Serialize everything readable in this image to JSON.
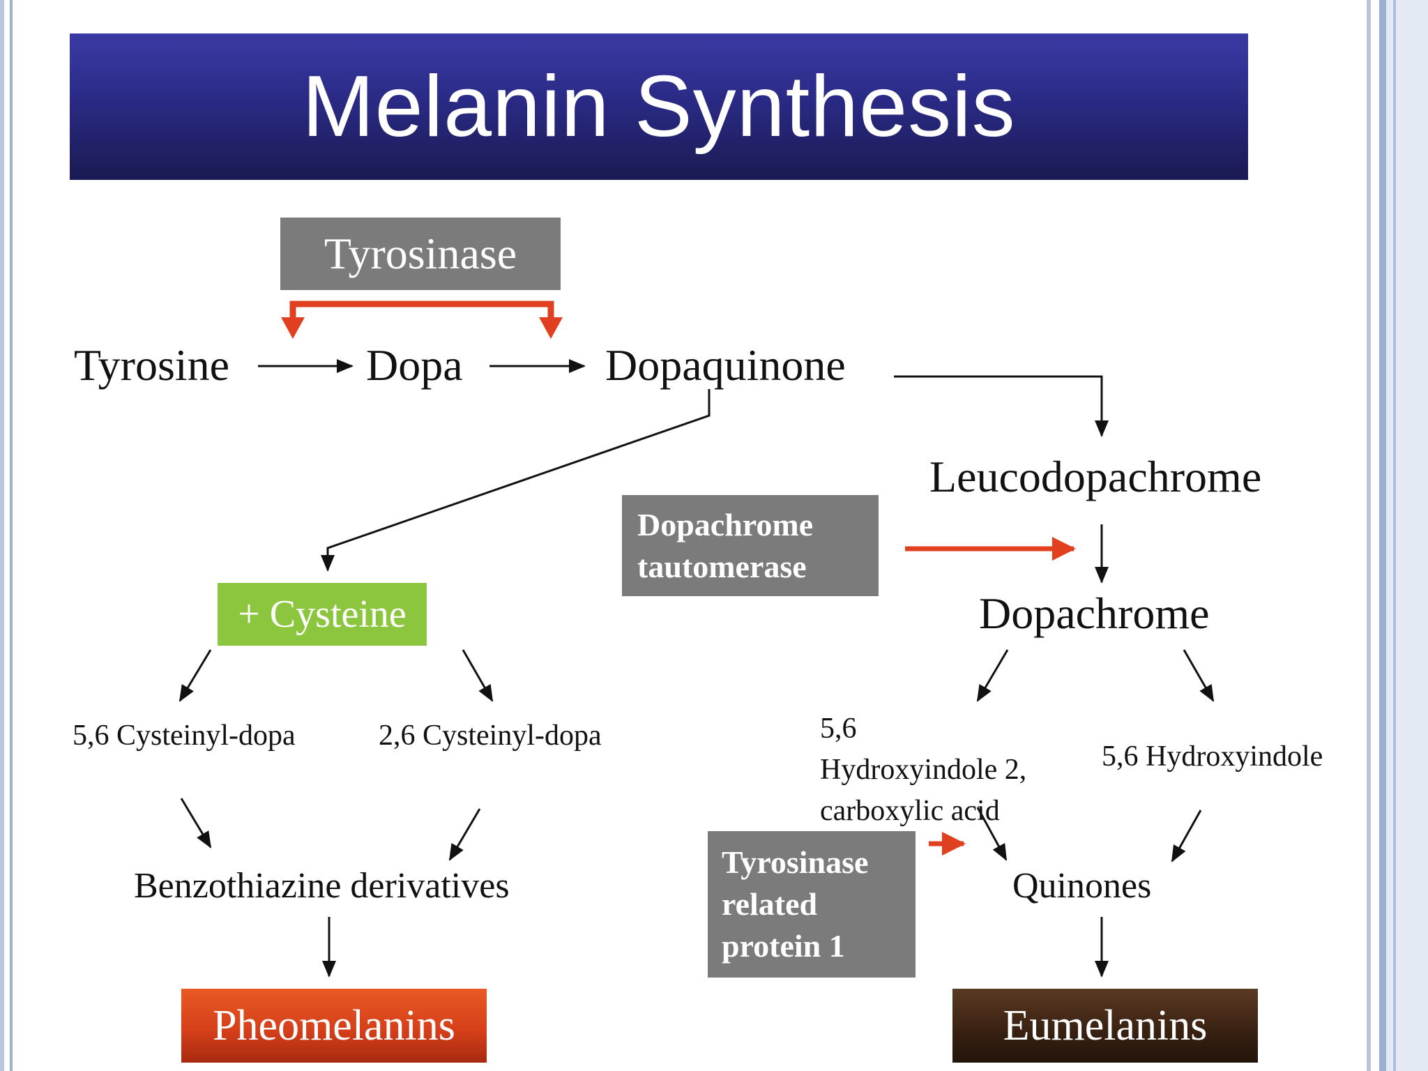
{
  "slide": {
    "title": "Melanin Synthesis"
  },
  "enzymes": {
    "tyrosinase": "Tyrosinase",
    "dopachrome_tautomerase": [
      "Dopachrome",
      "tautomerase"
    ],
    "trp1": [
      "Tyrosinase",
      "related",
      "protein 1"
    ]
  },
  "compounds": {
    "tyrosine": "Tyrosine",
    "dopa": "Dopa",
    "dopaquinone": "Dopaquinone",
    "leucodopachrome": "Leucodopachrome",
    "dopachrome": "Dopachrome",
    "cysteine": "+ Cysteine",
    "cysteinyl_56": "5,6 Cysteinyl-dopa",
    "cysteinyl_26": "2,6 Cysteinyl-dopa",
    "dhica": [
      "5,6",
      "Hydroxyindole 2,",
      "carboxylic acid"
    ],
    "dhi": "5,6 Hydroxyindole",
    "benzothiazine": "Benzothiazine derivatives",
    "quinones": "Quinones",
    "pheomelanins": "Pheomelanins",
    "eumelanins": "Eumelanins"
  },
  "colors": {
    "title_banner": "#2a2a86",
    "enzyme_box": "#7b7b7b",
    "cysteine_box": "#8cc63f",
    "pheomelanins_box": "#d6401a",
    "eumelanins_box": "#3a2212",
    "enzyme_arrow": "#e0401f"
  }
}
